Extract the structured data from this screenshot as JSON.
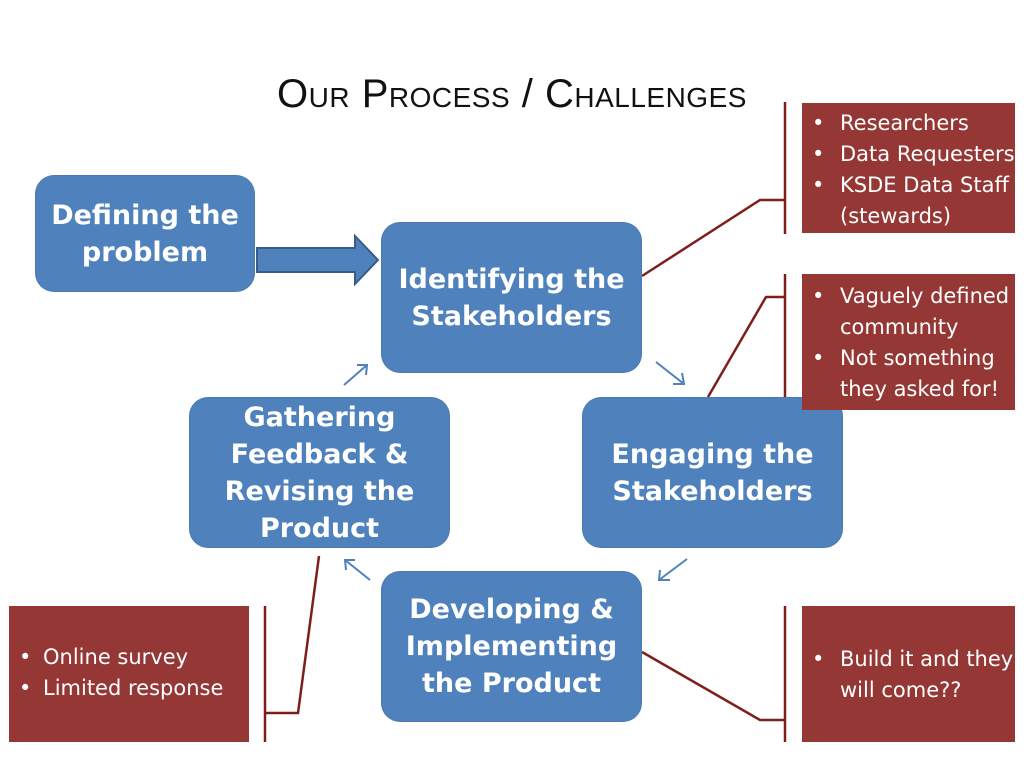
{
  "title": "Our Process / Challenges",
  "process": {
    "defining": "Defining the problem",
    "identifying": "Identifying the Stakeholders",
    "engaging": "Engaging the Stakeholders",
    "developing": "Developing & Implementing the Product",
    "gathering": "Gathering Feedback & Revising the Product"
  },
  "challenges": {
    "identifying": [
      "Researchers",
      "Data Requesters",
      "KSDE Data Staff (stewards)"
    ],
    "engaging": [
      "Vaguely defined community",
      "Not something they asked for!"
    ],
    "developing": [
      "Build it and they will come??"
    ],
    "gathering": [
      "Online survey",
      "Limited response"
    ]
  },
  "colors": {
    "process_box": "#4f81bd",
    "challenge_box": "#953735",
    "connector": "#7f1f1c",
    "cycle_arrow": "#4f81bd"
  }
}
